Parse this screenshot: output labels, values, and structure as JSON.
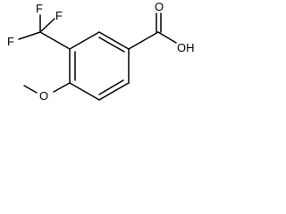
{
  "molecule": {
    "atom_labels": {
      "f_left": "F",
      "f_top": "F",
      "f_right": "F",
      "carboxyl_o": "O",
      "carboxyl_oh": "OH",
      "methoxy_o": "O"
    }
  }
}
